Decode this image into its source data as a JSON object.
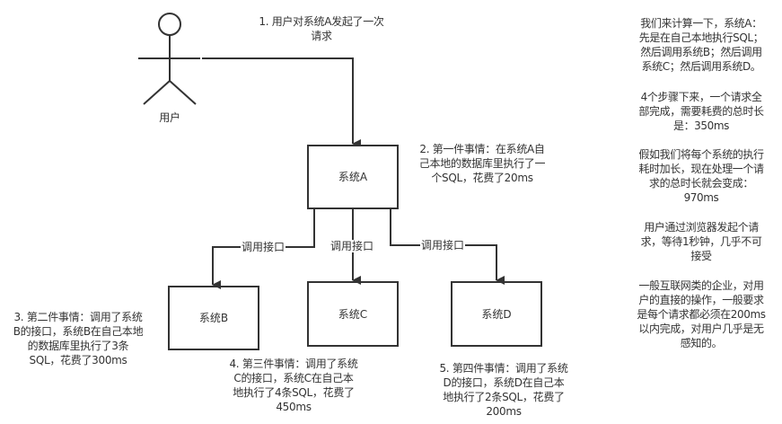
{
  "actor": {
    "label": "用户"
  },
  "nodes": {
    "a": {
      "label": "系统A"
    },
    "b": {
      "label": "系统B"
    },
    "c": {
      "label": "系统C"
    },
    "d": {
      "label": "系统D"
    }
  },
  "edges": {
    "ab": {
      "label": "调用接口"
    },
    "ac": {
      "label": "调用接口"
    },
    "ad": {
      "label": "调用接口"
    }
  },
  "steps": {
    "s1": "1. 用户对系统A发起了一次\n请求",
    "s2": "2. 第一件事情：在系统A自\n己本地的数据库里执行了一\n个SQL，花费了20ms",
    "s3": "3. 第二件事情：调用了系统\nB的接口，系统B在自己本地\n的数据库里执行了3条\nSQL，花费了300ms",
    "s4": "4. 第三件事情：调用了系统\nC的接口，系统C在自己本\n地执行了4条SQL，花费了\n450ms",
    "s5": "5. 第四件事情：调用了系统\nD的接口，系统D在自己本\n地执行了2条SQL，花费了\n200ms"
  },
  "notes": {
    "p1": "我们来计算一下，系统A：\n先是在自己本地执行SQL；\n然后调用系统B；然后调用\n系统C；然后调用系统D。",
    "p2": "4个步骤下来，一个请求全\n部完成，需要耗费的总时长\n是：350ms",
    "p3": "假如我们将每个系统的执行\n耗时加长，现在处理一个请\n求的总时长就会变成：\n970ms",
    "p4": "用户通过浏览器发起个请\n求，等待1秒钟，几乎不可\n接受",
    "p5": "一般互联网类的企业，对用\n户的直接的操作，一般要求\n是每个请求都必须在200ms\n以内完成，对用户几乎是无\n感知的。"
  },
  "colors": {
    "stroke": "#333333",
    "text": "#333333",
    "background": "#ffffff"
  }
}
